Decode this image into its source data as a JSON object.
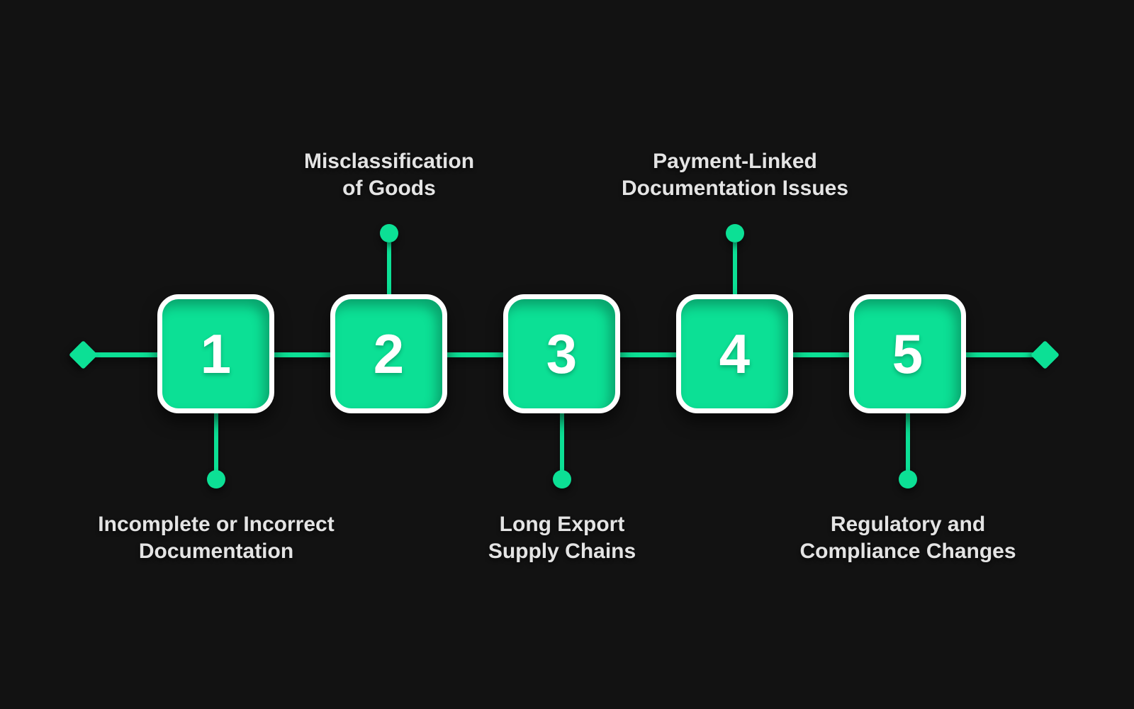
{
  "colors": {
    "background": "#121212",
    "accent": "#0CE095",
    "label_text": "#E4E4E4",
    "number_text": "#FFFFFF",
    "box_border": "#FFFFFF"
  },
  "diagram": {
    "type": "timeline",
    "orientation": "horizontal",
    "steps": [
      {
        "number": "1",
        "label_line1": "Incomplete or Incorrect",
        "label_line2": "Documentation",
        "label_position": "below"
      },
      {
        "number": "2",
        "label_line1": "Misclassification",
        "label_line2": "of Goods",
        "label_position": "above"
      },
      {
        "number": "3",
        "label_line1": "Long Export",
        "label_line2": "Supply Chains",
        "label_position": "below"
      },
      {
        "number": "4",
        "label_line1": "Payment-Linked",
        "label_line2": "Documentation Issues",
        "label_position": "above"
      },
      {
        "number": "5",
        "label_line1": "Regulatory and",
        "label_line2": "Compliance Changes",
        "label_position": "below"
      }
    ]
  }
}
